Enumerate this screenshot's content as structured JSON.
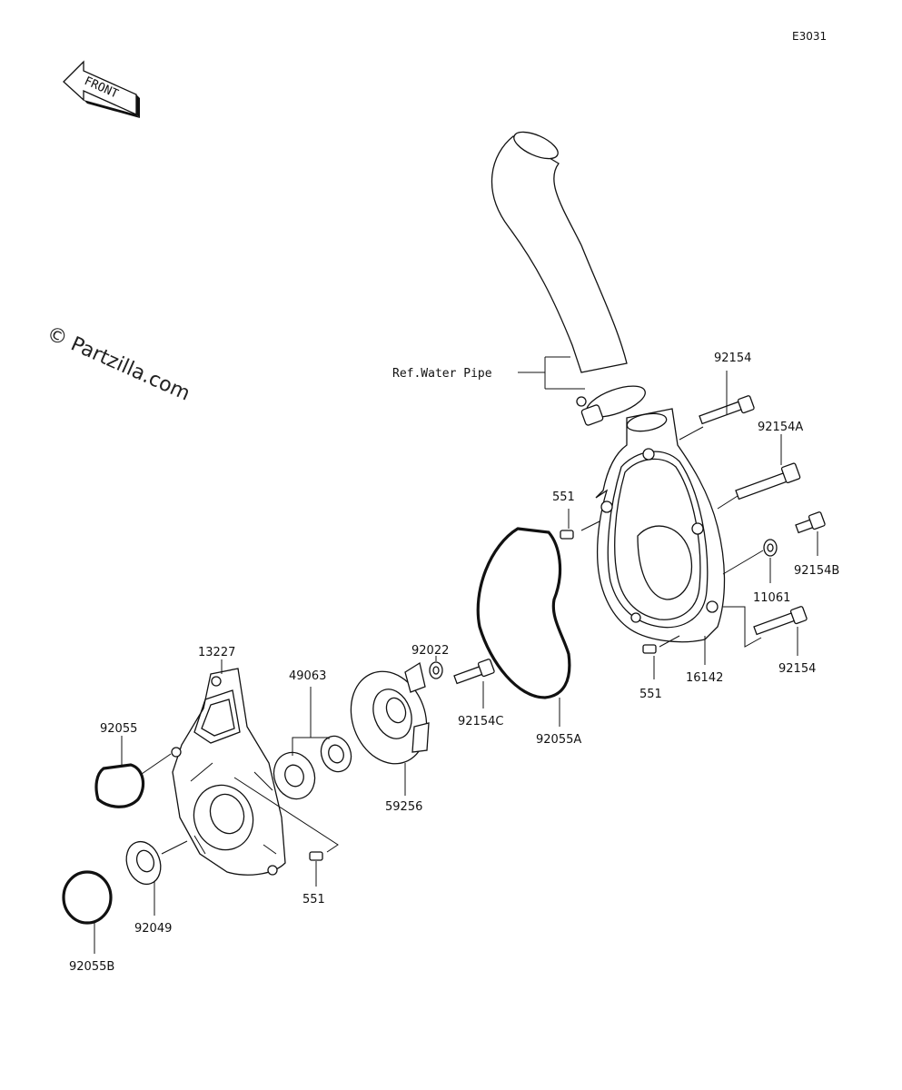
{
  "diagram_code": "E3031",
  "front_label": "FRONT",
  "watermark": "© Partzilla.com",
  "ref_label": "Ref.Water Pipe",
  "parts": {
    "p92154_top": "92154",
    "p92154A": "92154A",
    "p92154B": "92154B",
    "p11061": "11061",
    "p16142": "16142",
    "p92154_bot": "92154",
    "p551_top": "551",
    "p551_mid": "551",
    "p551_bot": "551",
    "p92022": "92022",
    "p92154C": "92154C",
    "p92055A": "92055A",
    "p49063": "49063",
    "p13227": "13227",
    "p92055": "92055",
    "p59256": "59256",
    "p92049": "92049",
    "p92055B": "92055B"
  }
}
